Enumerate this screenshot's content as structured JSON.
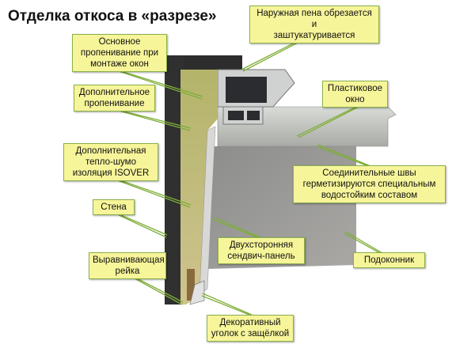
{
  "title": "Отделка откоса в «разрезе»",
  "labels": {
    "main_foam": [
      "Основное",
      "пропенивание при",
      "монтаже окон"
    ],
    "extra_foam": [
      "Дополнительное",
      "пропенивание"
    ],
    "insulation": [
      "Дополнительная",
      "тепло-шумо",
      "изоляция ISOVER"
    ],
    "wall": [
      "Стена"
    ],
    "leveling_rail": [
      "Выравнивающая",
      "рейка"
    ],
    "sandwich_panel": [
      "Двухсторонняя",
      "сендвич-панель"
    ],
    "decor_corner": [
      "Декоративный",
      "уголок с защёлкой"
    ],
    "outer_foam": [
      "Наружная пена обрезается и",
      "заштукатуривается"
    ],
    "plastic_window": [
      "Пластиковое",
      "окно"
    ],
    "joints": [
      "Соединительные швы",
      "герметизируются специальным",
      "водостойким составом"
    ],
    "sill": [
      "Подоконник"
    ]
  },
  "colors": {
    "label_bg": "#f7f59a",
    "label_border": "#8ab04a",
    "leader": "#7fae3a"
  }
}
